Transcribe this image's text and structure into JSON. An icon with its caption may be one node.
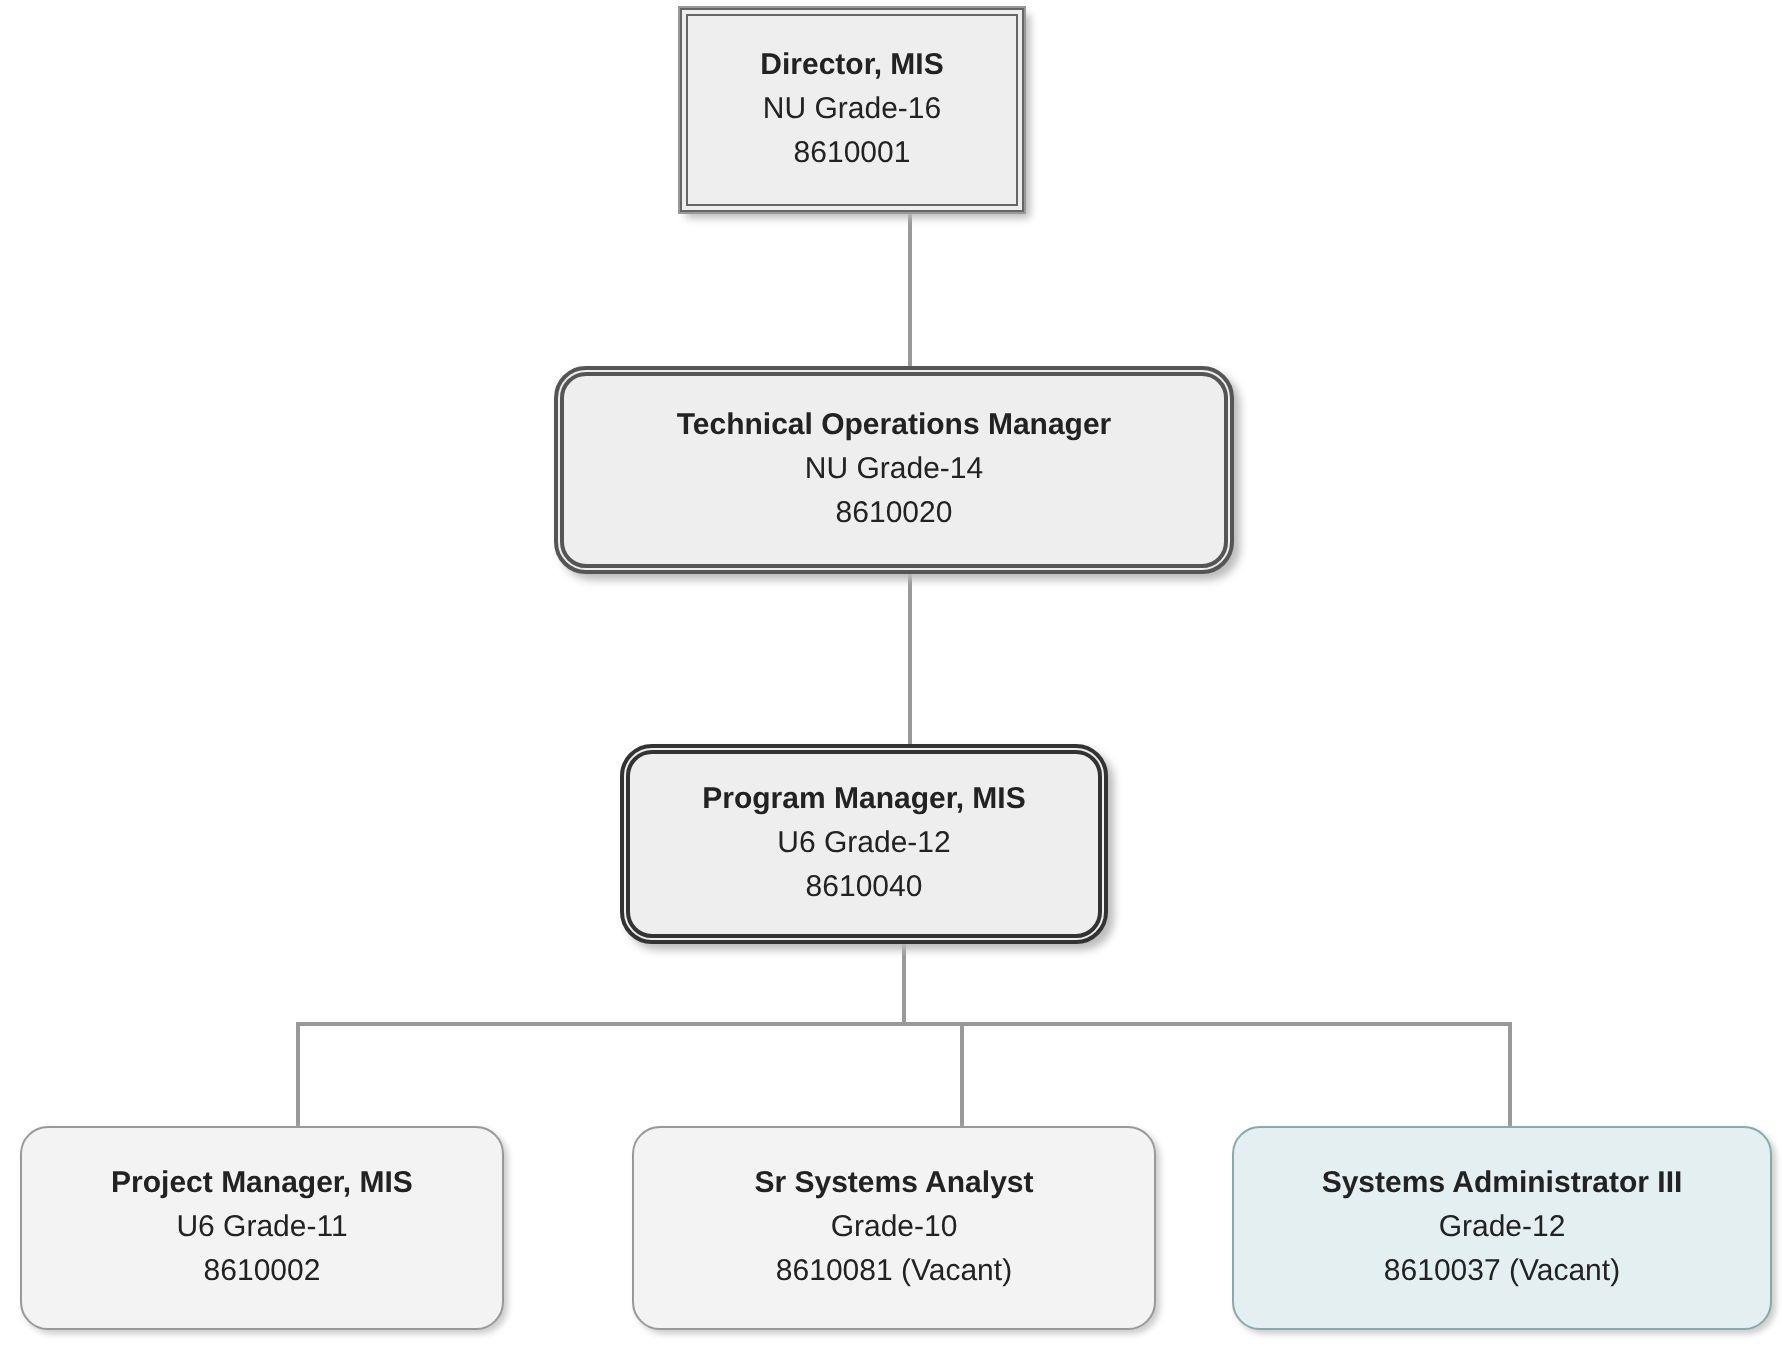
{
  "diagram": {
    "nodes": [
      {
        "text": [
          "Director, MIS",
          "NU Grade-16",
          "8610001"
        ]
      },
      {
        "text": [
          "Technical Operations Manager",
          "NU Grade-14",
          "8610020"
        ]
      },
      {
        "text": [
          "Program Manager, MIS",
          "U6 Grade-12",
          "8610040"
        ]
      },
      {
        "text": [
          "Project Manager, MIS",
          "U6 Grade-11",
          "8610002"
        ]
      },
      {
        "text": [
          "Sr Systems Analyst",
          "Grade-10",
          "8610081 (Vacant)"
        ]
      },
      {
        "text": [
          "Systems Administrator III",
          "Grade-12",
          "8610037 (Vacant)"
        ]
      }
    ],
    "edges": [
      {
        "from": 0,
        "to": 1,
        "arrow": "none"
      },
      {
        "from": 1,
        "to": 2,
        "arrow": "none"
      },
      {
        "from": 2,
        "to": 3,
        "arrow": "none"
      },
      {
        "from": 2,
        "to": 4,
        "arrow": "none"
      },
      {
        "from": 2,
        "to": 5,
        "arrow": "none"
      }
    ]
  }
}
